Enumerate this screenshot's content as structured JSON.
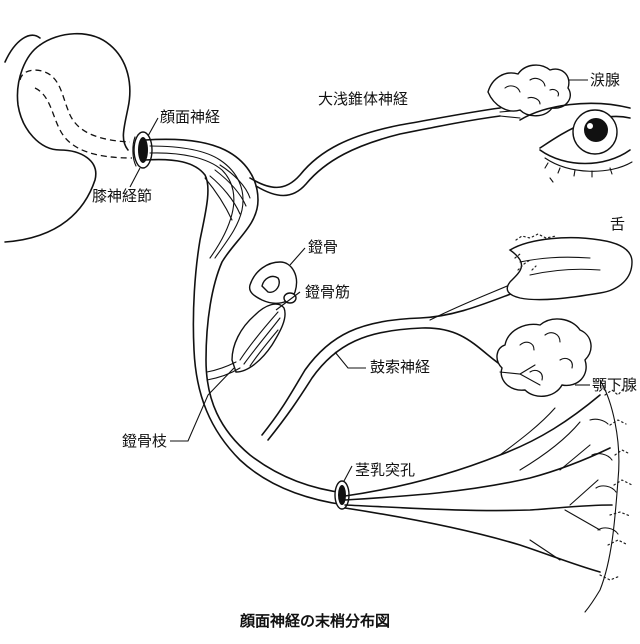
{
  "diagram": {
    "labels": {
      "facial_nerve": "顔面神経",
      "geniculate_ganglion": "膝神経節",
      "greater_petrosal_nerve": "大浅錐体神経",
      "lacrimal_gland": "涙腺",
      "stapes": "鐙骨",
      "stapedius_muscle": "鐙骨筋",
      "stapedius_branch": "鐙骨枝",
      "tongue": "舌",
      "chorda_tympani": "鼓索神経",
      "submandibular_gland": "顎下腺",
      "stylomastoid_foramen": "茎乳突孔"
    },
    "caption": "顔面神経の末梢分布図"
  }
}
